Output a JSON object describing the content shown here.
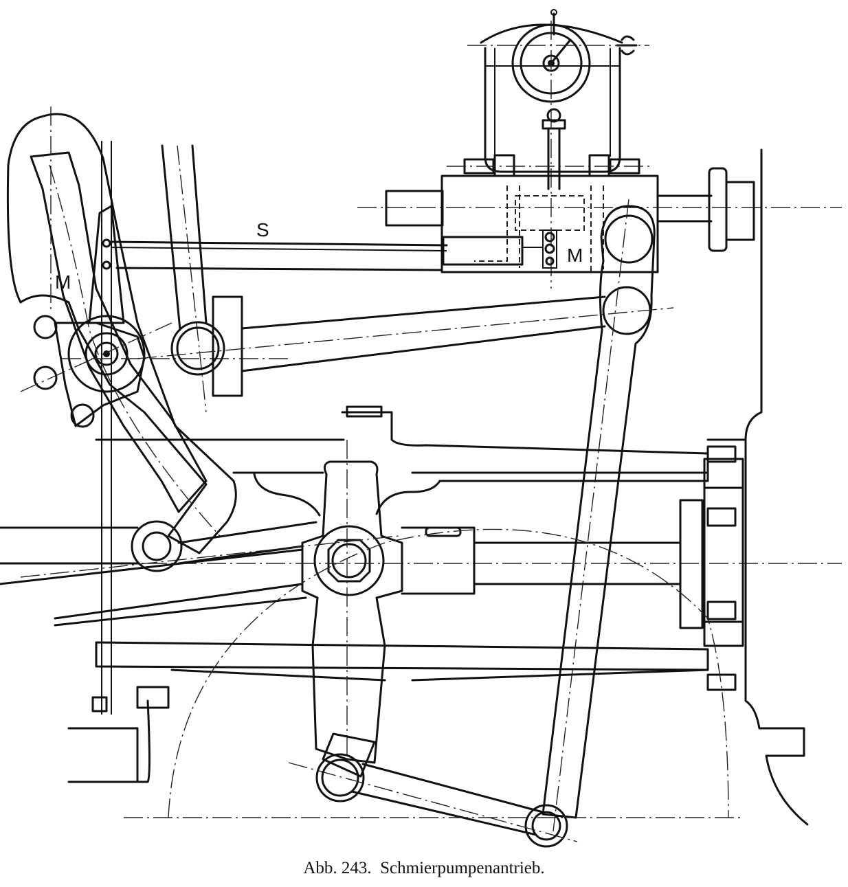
{
  "figure": {
    "caption_number": "Abb. 243.",
    "caption_title": "Schmierpumpenantrieb."
  },
  "labels": {
    "s_rod": "S",
    "m_left": "M",
    "m_right": "M"
  },
  "colors": {
    "ink": "#111111",
    "paper": "#ffffff"
  }
}
